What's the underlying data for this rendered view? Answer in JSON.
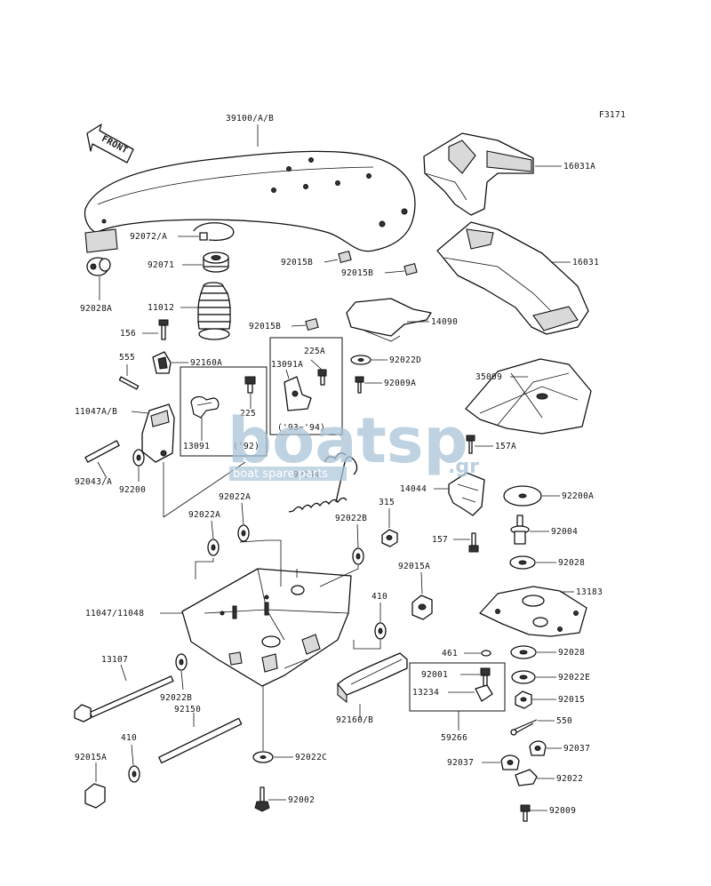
{
  "figure_code": "F3171",
  "front_label": "FRONT",
  "watermark": {
    "logo": "boatsp",
    "domain": ".gr",
    "tagline": "boat spare parts"
  },
  "labels": {
    "p39100": "39100/A/B",
    "p16031A": "16031A",
    "p16031": "16031",
    "p92072A": "92072/A",
    "p92071": "92071",
    "p92015B1": "92015B",
    "p92015B2": "92015B",
    "p92015B3": "92015B",
    "p92028A": "92028A",
    "p11012": "11012",
    "p14090": "14090",
    "p156": "156",
    "p225A": "225A",
    "p13091A": "13091A",
    "p92022D": "92022D",
    "p555": "555",
    "p92160A": "92160A",
    "p92009A": "92009A",
    "p35009": "35009",
    "p11047AB": "11047A/B",
    "p225": "225",
    "p93_94": "('93~'94)",
    "p13091": "13091",
    "p92": "('92)",
    "p157A": "157A",
    "p92043A": "92043/A",
    "p92144": "92144",
    "p92200": "92200",
    "p14044": "14044",
    "p92200A": "92200A",
    "p92022A1": "92022A",
    "p92022A2": "92022A",
    "p315": "315",
    "p92022B1": "92022B",
    "p92004": "92004",
    "p157": "157",
    "p92028a": "92028",
    "p92015A1": "92015A",
    "p13183": "13183",
    "p410a": "410",
    "p11047": "11047/11048",
    "p461": "461",
    "p92028b": "92028",
    "p13107": "13107",
    "p92001": "92001",
    "p92022E": "92022E",
    "p13234": "13234",
    "p92015": "92015",
    "p92022B2": "92022B",
    "p92150": "92150",
    "p92160B": "92160/B",
    "p550": "550",
    "p410b": "410",
    "p59266": "59266",
    "p92037a": "92037",
    "p92015A2": "92015A",
    "p92022C": "92022C",
    "p92037b": "92037",
    "p92022": "92022",
    "p92002": "92002",
    "p92009": "92009"
  }
}
